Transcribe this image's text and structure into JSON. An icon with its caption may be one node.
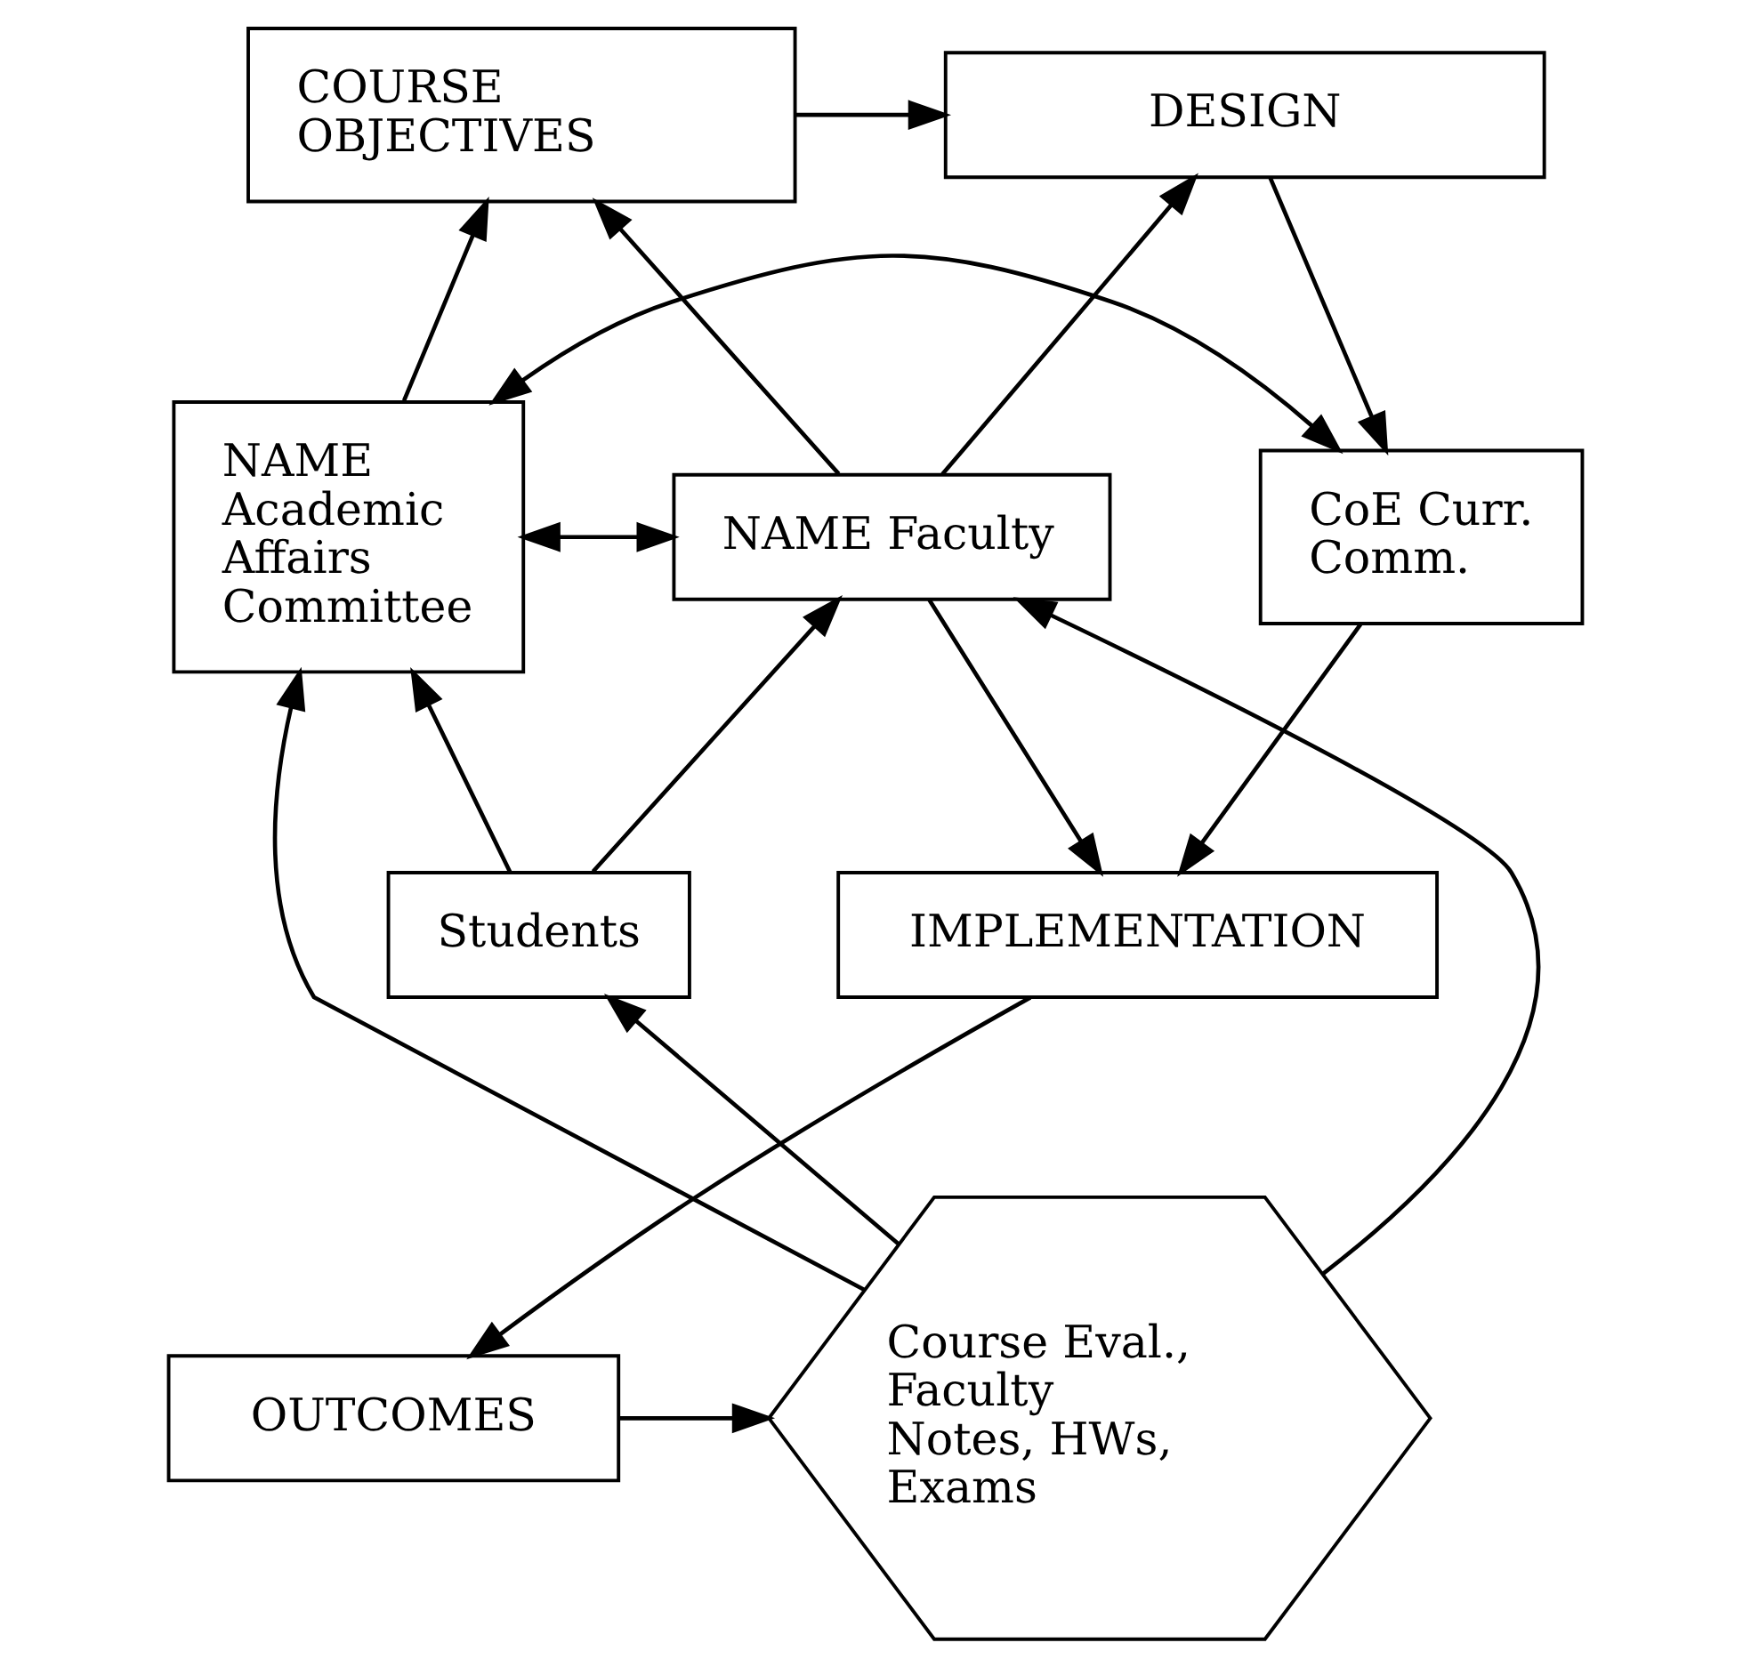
{
  "diagram": {
    "nodes": [
      {
        "text": [
          "COURSE OBJECTIVES"
        ]
      },
      {
        "text": [
          "DESIGN"
        ]
      },
      {
        "text": [
          "NAME Academic Affairs Committee"
        ]
      },
      {
        "text": [
          "CoE Curr. Comm."
        ]
      },
      {
        "text": [
          "NAME Faculty"
        ]
      },
      {
        "text": [
          "IMPLEMENTATION"
        ]
      },
      {
        "text": [
          "Students"
        ]
      },
      {
        "text": [
          "Course Eval., Faculty Notes, HWs, Exams"
        ]
      },
      {
        "text": [
          "OUTCOMES"
        ]
      }
    ],
    "edges": [
      {
        "from": 0,
        "to": 1,
        "arrow": "to"
      },
      {
        "from": 2,
        "to": 0,
        "arrow": "to"
      },
      {
        "from": 4,
        "to": 0,
        "arrow": "to"
      },
      {
        "from": 4,
        "to": 1,
        "arrow": "to"
      },
      {
        "from": 1,
        "to": 3,
        "arrow": "to"
      },
      {
        "from": 2,
        "to": 3,
        "arrow": "both"
      },
      {
        "from": 2,
        "to": 4,
        "arrow": "both"
      },
      {
        "from": 4,
        "to": 5,
        "arrow": "to"
      },
      {
        "from": 3,
        "to": 5,
        "arrow": "to"
      },
      {
        "from": 5,
        "to": 8,
        "arrow": "to"
      },
      {
        "from": 8,
        "to": 7,
        "arrow": "to"
      },
      {
        "from": 7,
        "to": 2,
        "arrow": "to"
      },
      {
        "from": 6,
        "to": 2,
        "arrow": "to"
      },
      {
        "from": 6,
        "to": 4,
        "arrow": "to"
      },
      {
        "from": 7,
        "to": 6,
        "arrow": "to"
      },
      {
        "from": 7,
        "to": 4,
        "arrow": "to"
      }
    ]
  }
}
